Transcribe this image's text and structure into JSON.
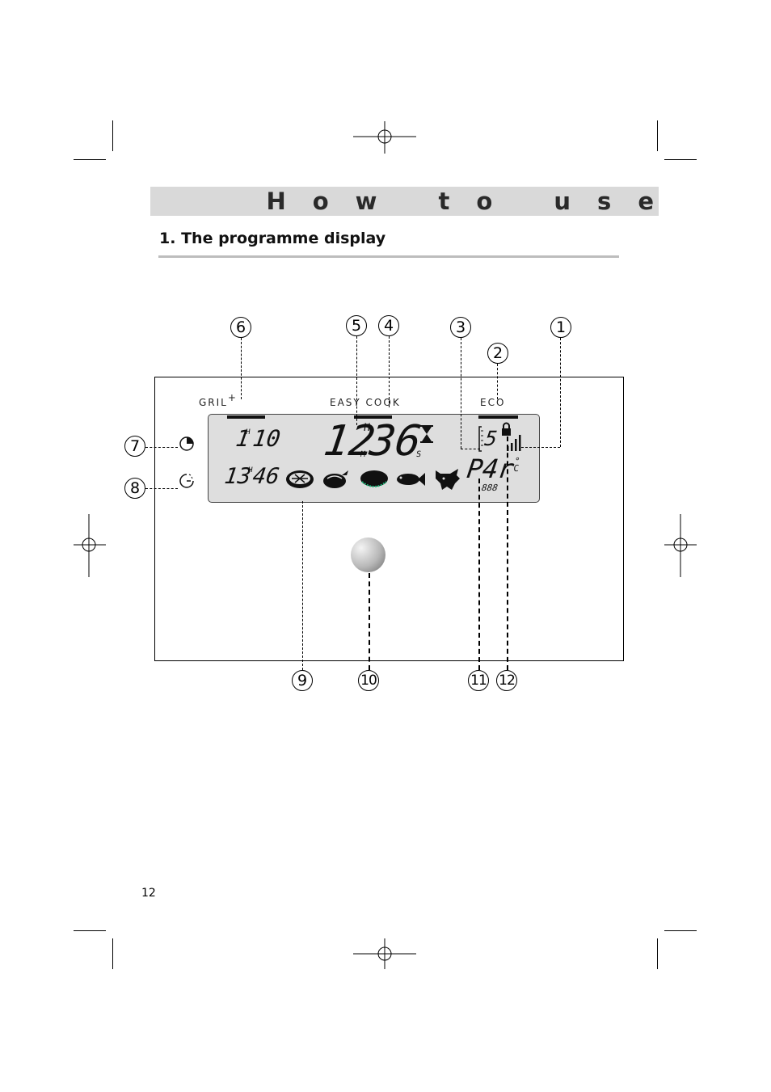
{
  "header": {
    "title": "How to use"
  },
  "section": {
    "number": "1.",
    "title": "The programme display"
  },
  "display": {
    "mode_labels": {
      "gril": "GRIL",
      "gril_plus": "+",
      "easy_cook": "EASY COOK",
      "eco": "ECO"
    },
    "cook_time": {
      "hours": "1",
      "hour_unit": "H",
      "minutes": "10"
    },
    "main_time": {
      "left": "12",
      "right": "36",
      "hour_unit": "H",
      "minute_unit": "M",
      "second_unit": "S"
    },
    "end_time": {
      "hours": "13",
      "hour_unit": "H",
      "minutes": "46"
    },
    "power_level": "5",
    "programme": "P4r",
    "temperature_unit": "°C",
    "weight": "888",
    "food_icons": [
      "pizza-icon",
      "poultry-icon",
      "cake-icon",
      "fish-icon",
      "beef-icon"
    ]
  },
  "callouts": [
    "1",
    "2",
    "3",
    "4",
    "5",
    "6",
    "7",
    "8",
    "9",
    "10",
    "11",
    "12"
  ],
  "footer": {
    "page_number": "12"
  }
}
